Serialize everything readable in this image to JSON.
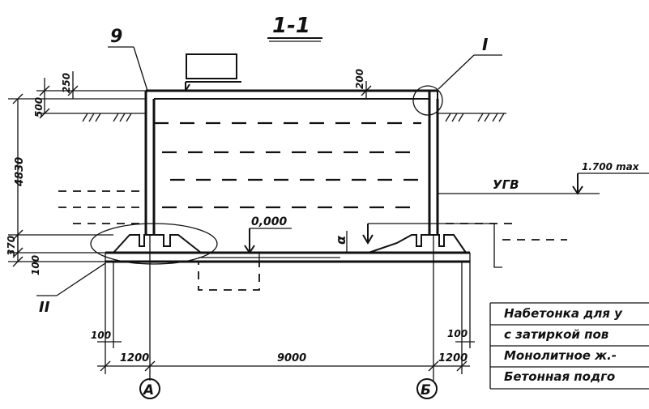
{
  "section_title": "1-1",
  "callouts": {
    "element_9": "9",
    "node_1": "I",
    "node_2": "II",
    "slab_thickness": "α"
  },
  "levels": {
    "water_table_label": "УГВ",
    "water_table_level": "1.700 max",
    "floor_level": "0,000"
  },
  "dimensions": {
    "top_250": "250",
    "top_500": "500",
    "roof_200": "200",
    "height_4830": "4830",
    "base_370": "370",
    "base_100": "100",
    "left_100": "100",
    "right_100": "100",
    "left_1200": "1200",
    "right_1200": "1200",
    "span_9000": "9000"
  },
  "axes": {
    "left": "А",
    "right": "Б"
  },
  "legend_rows": [
    "Набетонка для у",
    "с затиркой пов",
    "Монолитное ж.-",
    "Бетонная подго"
  ],
  "colors": {
    "ink": "#111111",
    "paper": "#ffffff"
  }
}
